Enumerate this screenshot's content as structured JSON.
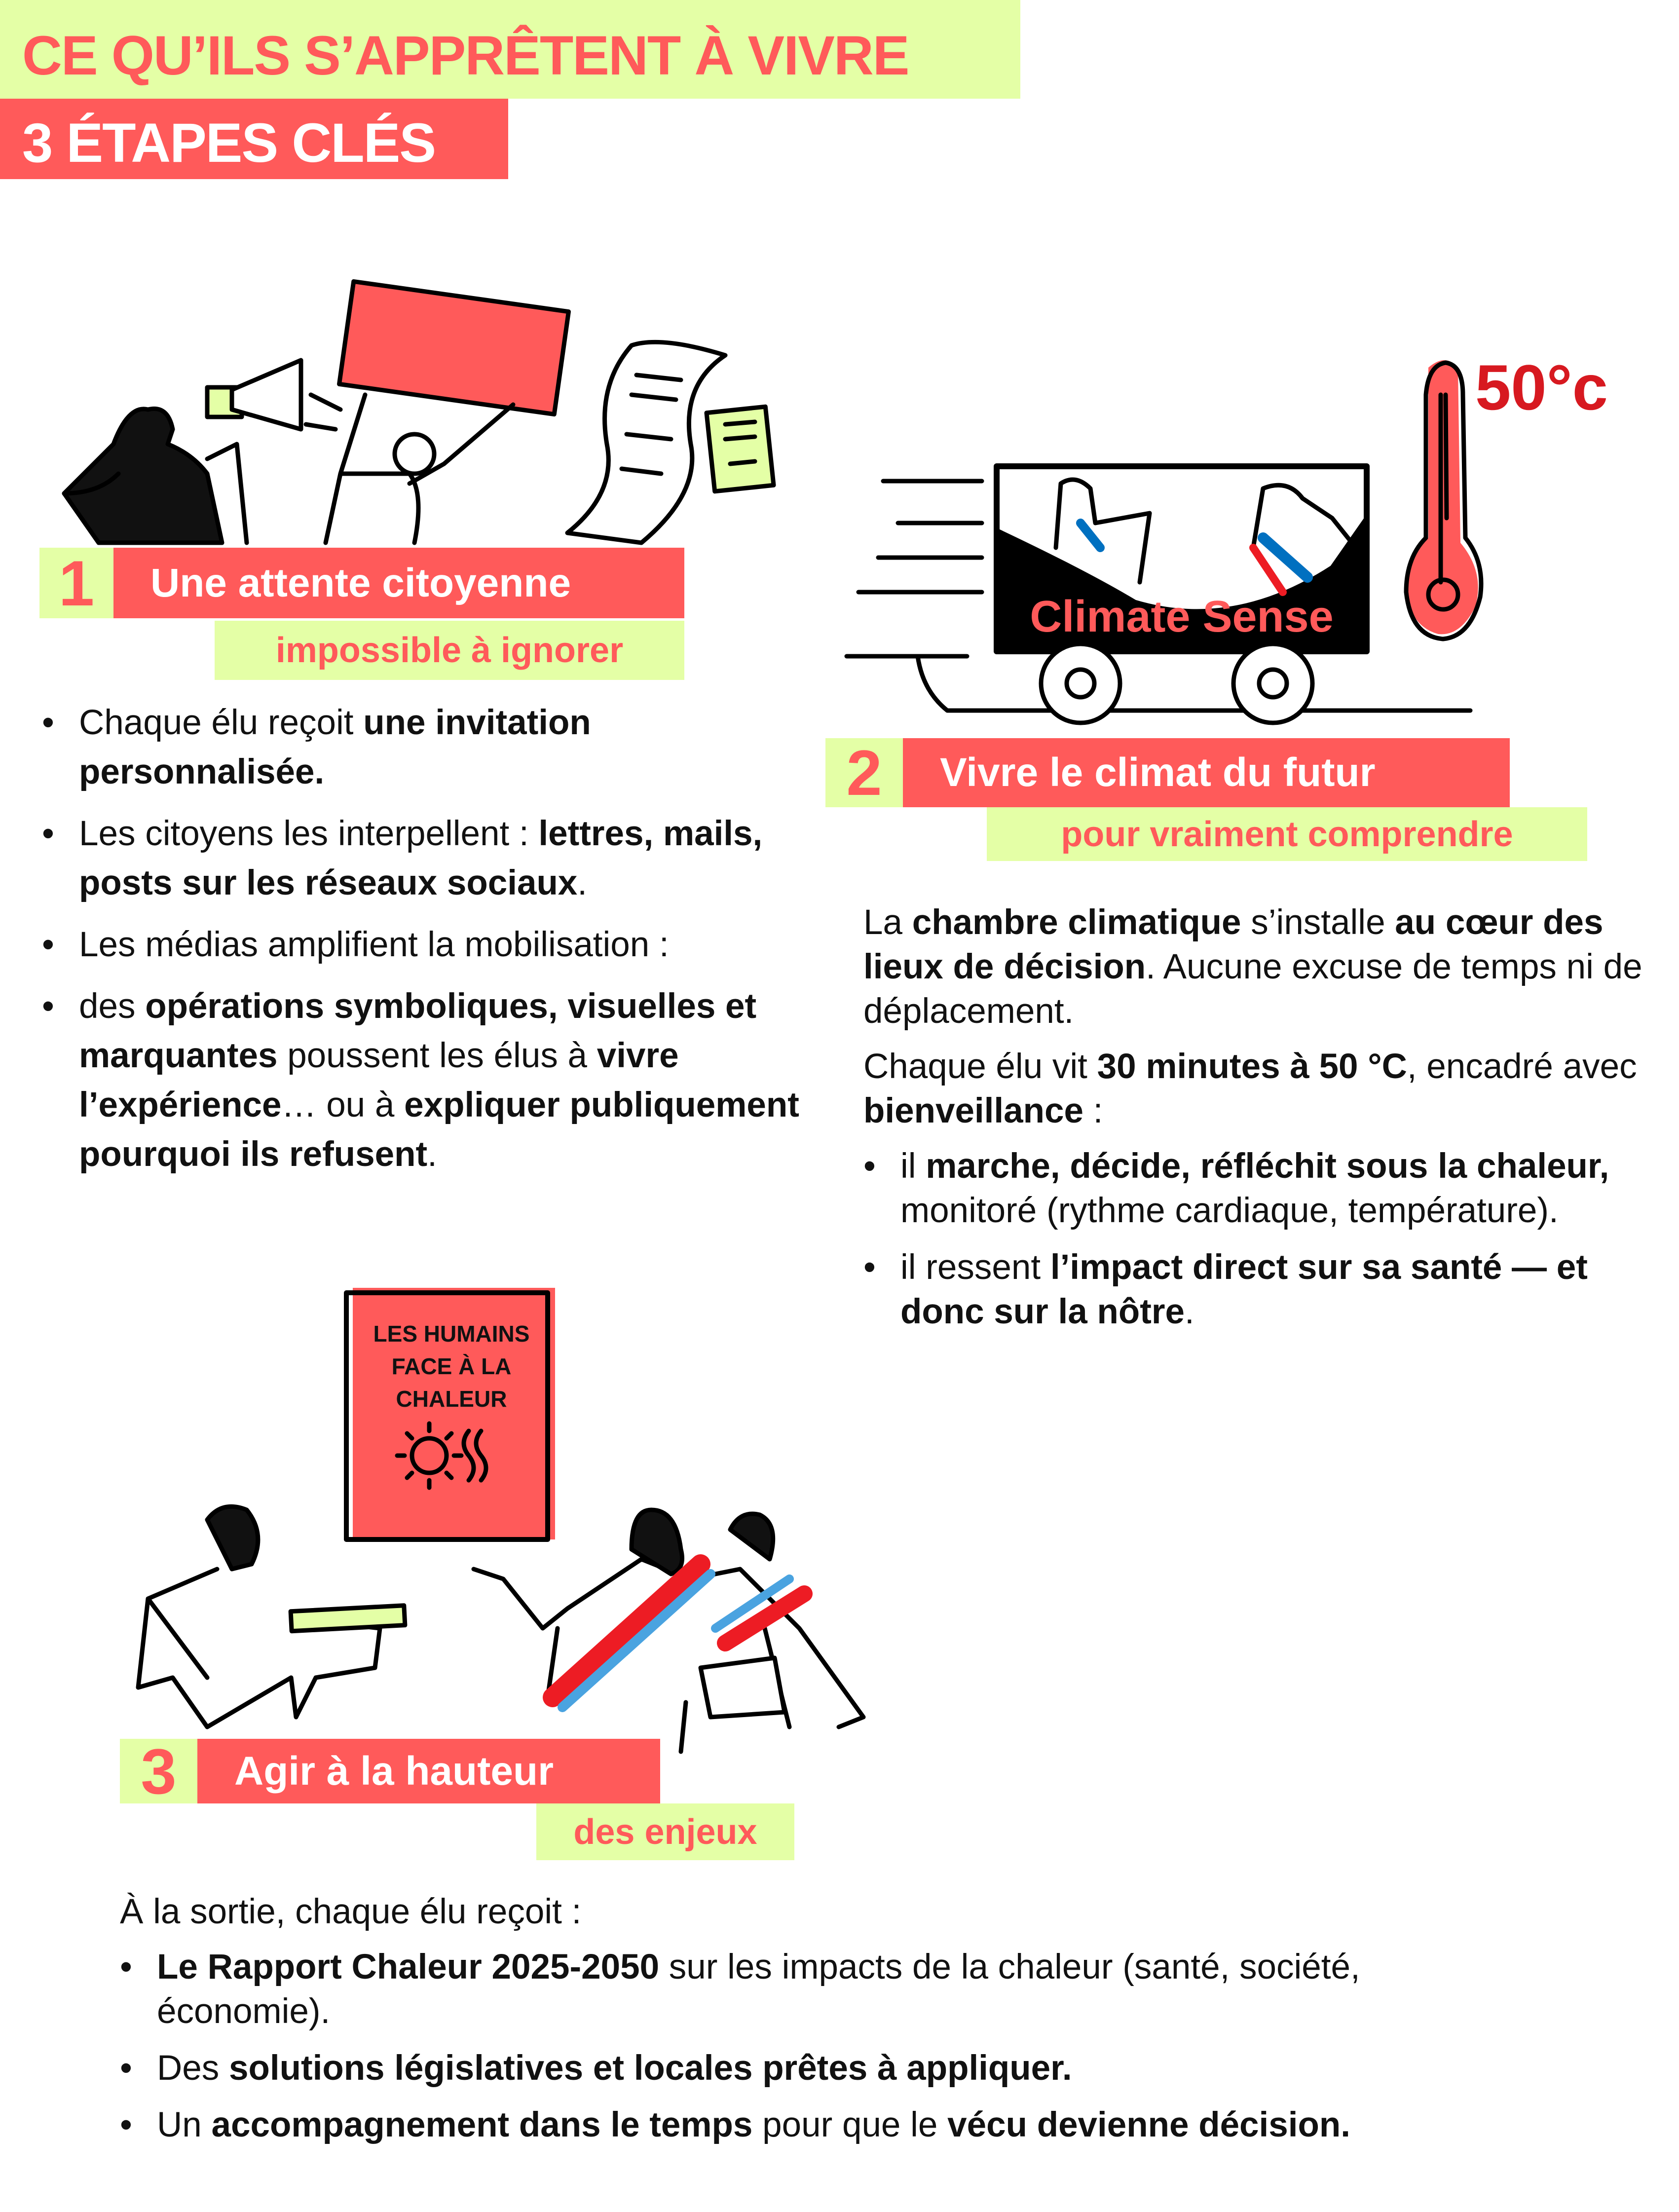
{
  "header": {
    "title": "CE QU’ILS S’APPRÊTENT À VIVRE",
    "subtitle": "3 ÉTAPES CLÉS"
  },
  "colors": {
    "accent_red": "#ff5a5a",
    "accent_green": "#e4ffa6",
    "dark_red": "#d71920",
    "flag_blue": "#0070c0"
  },
  "step1": {
    "number": "1",
    "title": "Une attente citoyenne",
    "subtitle": "impossible à ignorer",
    "bullets": [
      [
        {
          "t": "Chaque élu reçoit "
        },
        {
          "t": "une invitation personnalisée.",
          "b": true
        }
      ],
      [
        {
          "t": "Les citoyens les interpellent : "
        },
        {
          "t": "lettres, mails, posts sur les réseaux sociaux",
          "b": true
        },
        {
          "t": "."
        }
      ],
      [
        {
          "t": "Les médias amplifient la mobilisation :"
        }
      ],
      [
        {
          "t": "des "
        },
        {
          "t": "opérations symboliques, visuelles et marquantes",
          "b": true
        },
        {
          "t": " poussent les élus à "
        },
        {
          "t": "vivre l’expérience",
          "b": true
        },
        {
          "t": "… ou à "
        },
        {
          "t": "expliquer publiquement pourquoi ils refusent",
          "b": true
        },
        {
          "t": "."
        }
      ]
    ]
  },
  "step2": {
    "number": "2",
    "title": "Vivre le climat du futur",
    "subtitle": "pour vraiment comprendre",
    "truck_label": "Climate Sense",
    "temperature": "50°c",
    "paragraphs": [
      [
        {
          "t": "La "
        },
        {
          "t": "chambre climatique",
          "b": true
        },
        {
          "t": " s’installe "
        },
        {
          "t": "au cœur des lieux de décision",
          "b": true
        },
        {
          "t": ". Aucune excuse de temps ni de déplacement."
        }
      ],
      [
        {
          "t": "Chaque élu vit "
        },
        {
          "t": "30 minutes à 50 °C",
          "b": true
        },
        {
          "t": ", encadré avec "
        },
        {
          "t": "bienveillance",
          "b": true
        },
        {
          "t": " :"
        }
      ]
    ],
    "bullets": [
      [
        {
          "t": "il "
        },
        {
          "t": "marche, décide, réfléchit sous la chaleur,",
          "b": true
        },
        {
          "t": " monitoré (rythme cardiaque, température)."
        }
      ],
      [
        {
          "t": "il ressent "
        },
        {
          "t": "l’impact direct sur sa santé — et donc sur la nôtre",
          "b": true
        },
        {
          "t": "."
        }
      ]
    ]
  },
  "step3": {
    "number": "3",
    "title": "Agir à la hauteur",
    "subtitle": "des enjeux",
    "poster_text": [
      "LES HUMAINS",
      "FACE À LA",
      "CHALEUR"
    ],
    "intro": "À la sortie, chaque élu reçoit :",
    "bullets": [
      [
        {
          "t": "Le Rapport Chaleur 2025-2050",
          "b": true
        },
        {
          "t": " sur les impacts de la chaleur (santé, société, économie)."
        }
      ],
      [
        {
          "t": "Des "
        },
        {
          "t": "solutions législatives et locales prêtes à appliquer.",
          "b": true
        }
      ],
      [
        {
          "t": "Un "
        },
        {
          "t": "accompagnement dans le temps",
          "b": true
        },
        {
          "t": " pour que le "
        },
        {
          "t": "vécu devienne décision.",
          "b": true
        }
      ]
    ]
  }
}
